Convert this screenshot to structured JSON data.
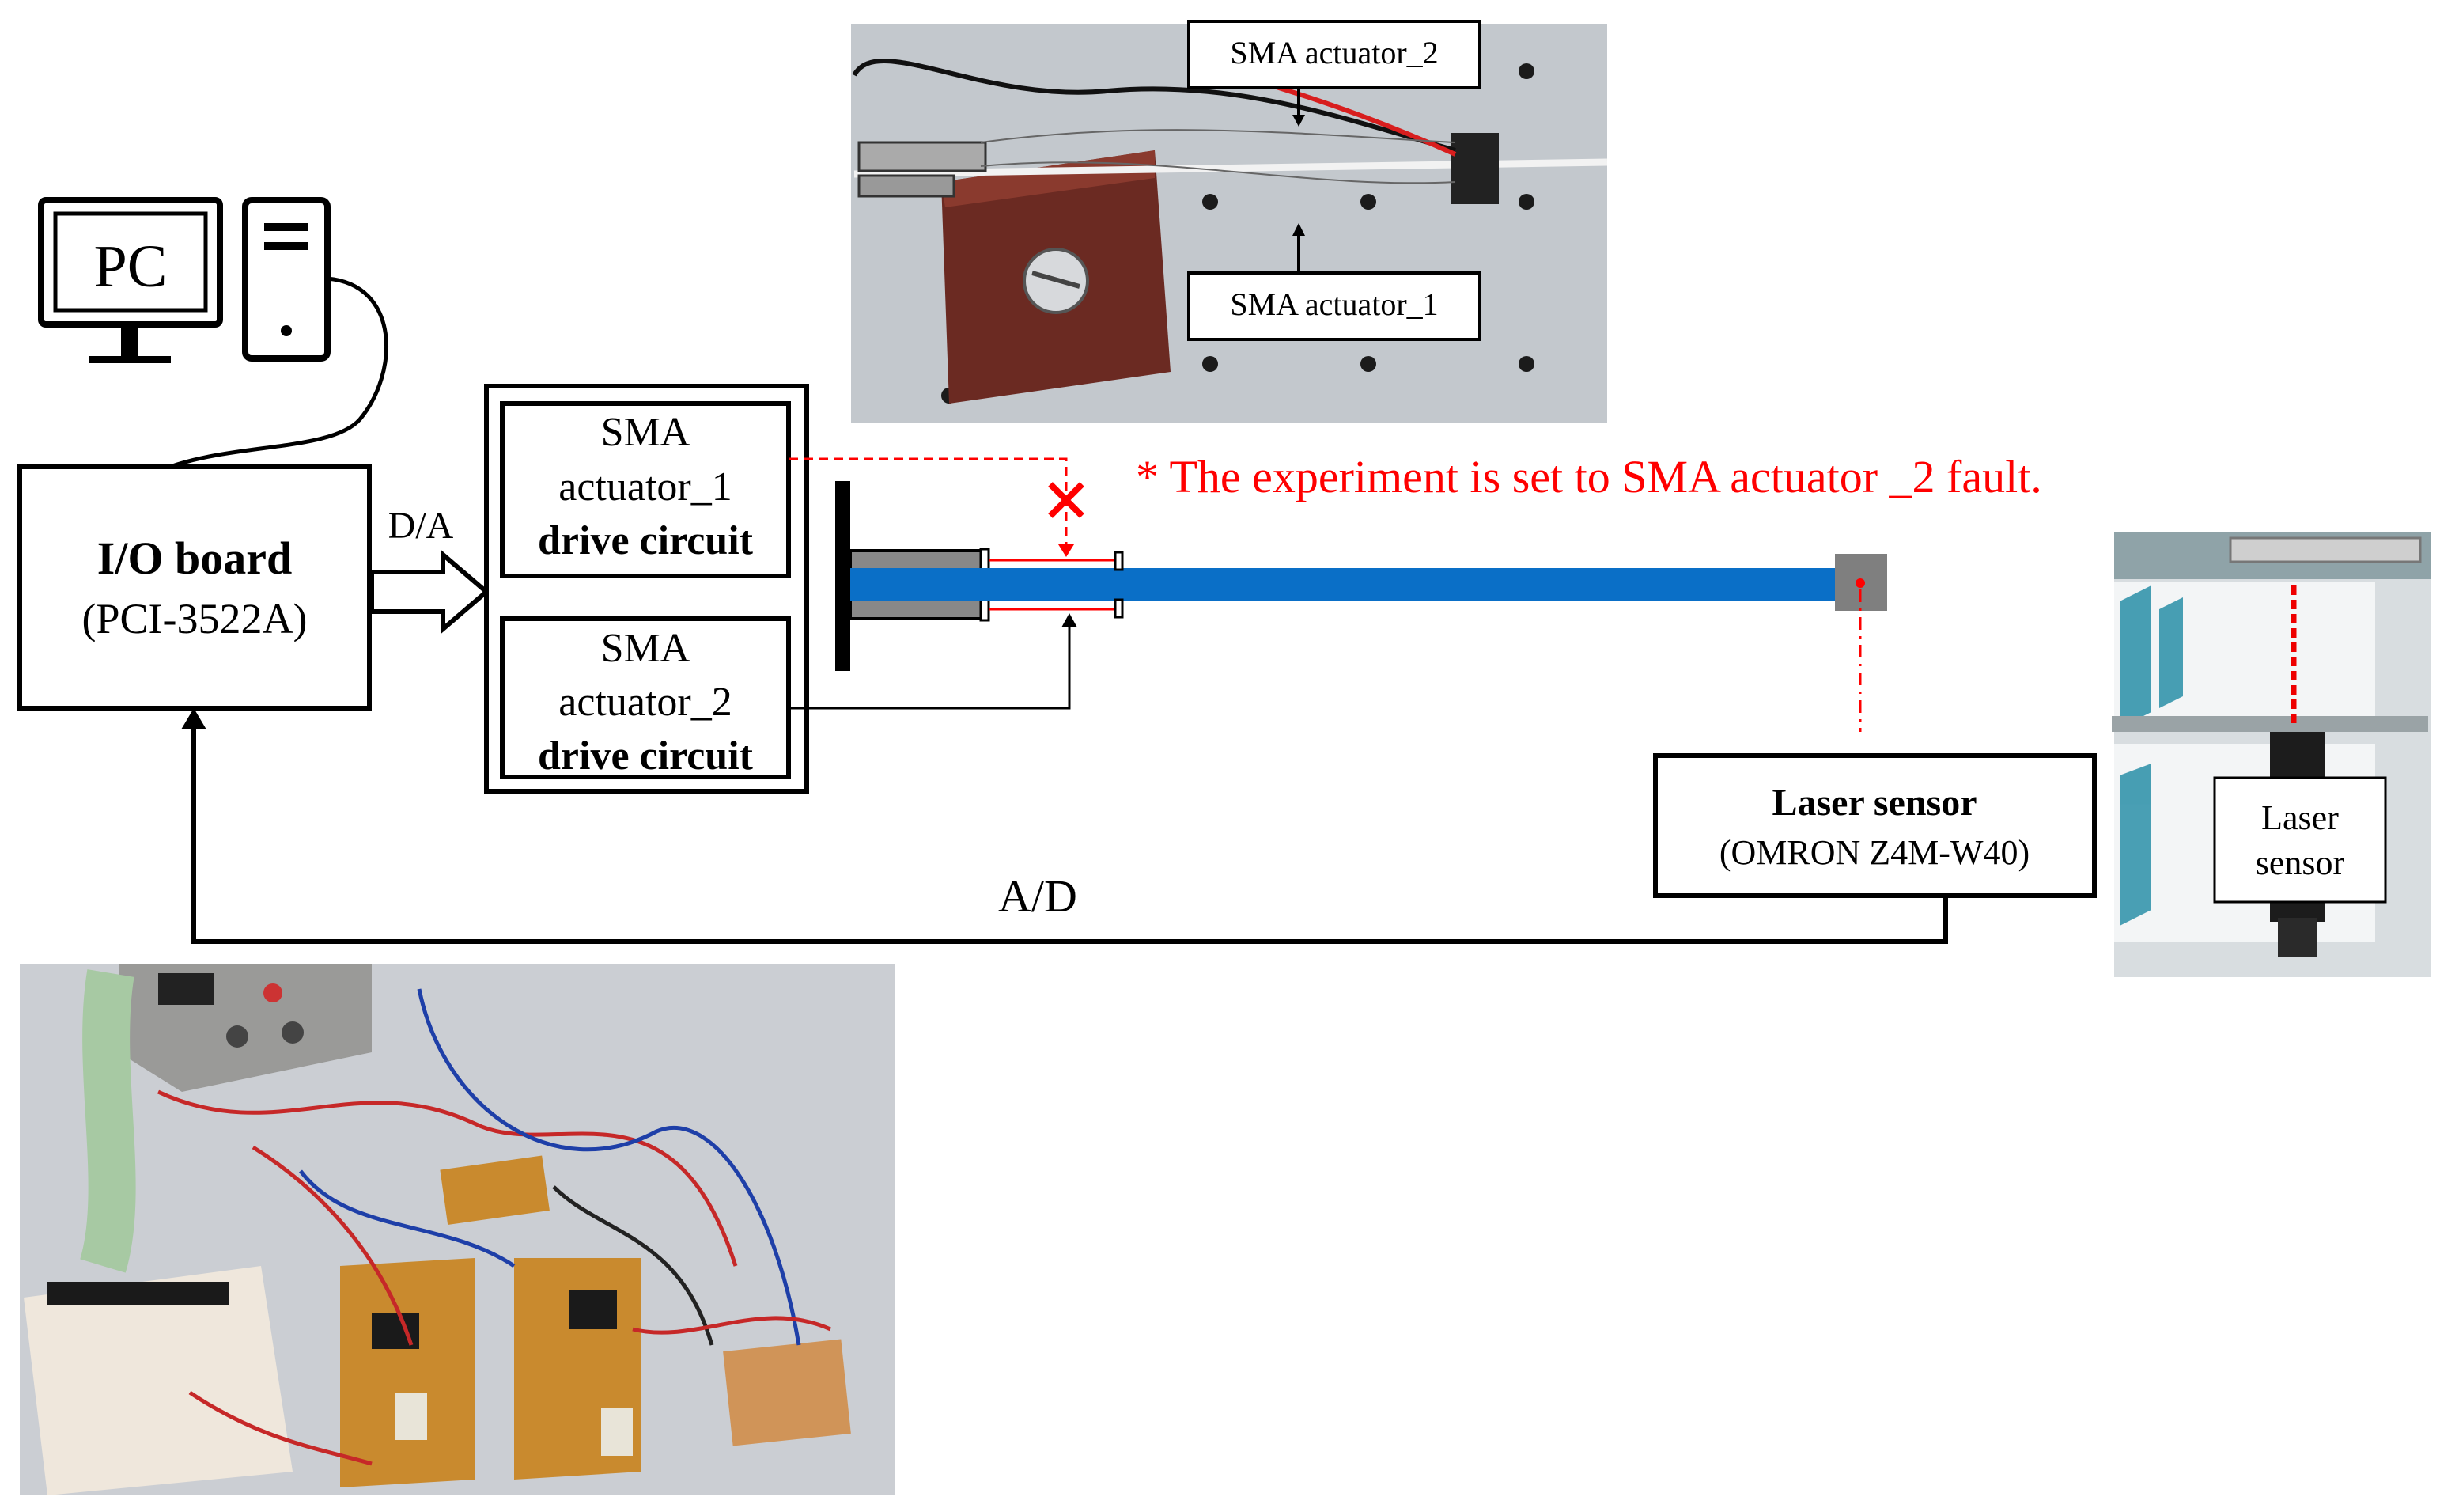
{
  "pc": {
    "label": "PC"
  },
  "io_board": {
    "title": "I/O board",
    "model": "(PCI-3522A)"
  },
  "da_label": "D/A",
  "ad_label": "A/D",
  "drive1": {
    "line1": "SMA",
    "line2": "actuator_1",
    "line3": "drive circuit"
  },
  "drive2": {
    "line1": "SMA",
    "line2": "actuator_2",
    "line3": "drive circuit"
  },
  "fault_note": "* The experiment is set to SMA actuator _2 fault.",
  "laser": {
    "title": "Laser sensor",
    "model": "(OMRON Z4M-W40)"
  },
  "photo_top": {
    "label_top": "SMA actuator_2",
    "label_bottom": "SMA actuator_1"
  },
  "photo_right": {
    "line1": "Laser",
    "line2": "sensor"
  },
  "colors": {
    "beam": "#0a6fc7",
    "fault": "#ff0000",
    "ink": "#000000",
    "sensor_head": "#7f7f7f"
  },
  "icons": [
    "pc-monitor-icon",
    "pc-tower-icon",
    "fault-x-icon",
    "wide-arrow-icon"
  ]
}
